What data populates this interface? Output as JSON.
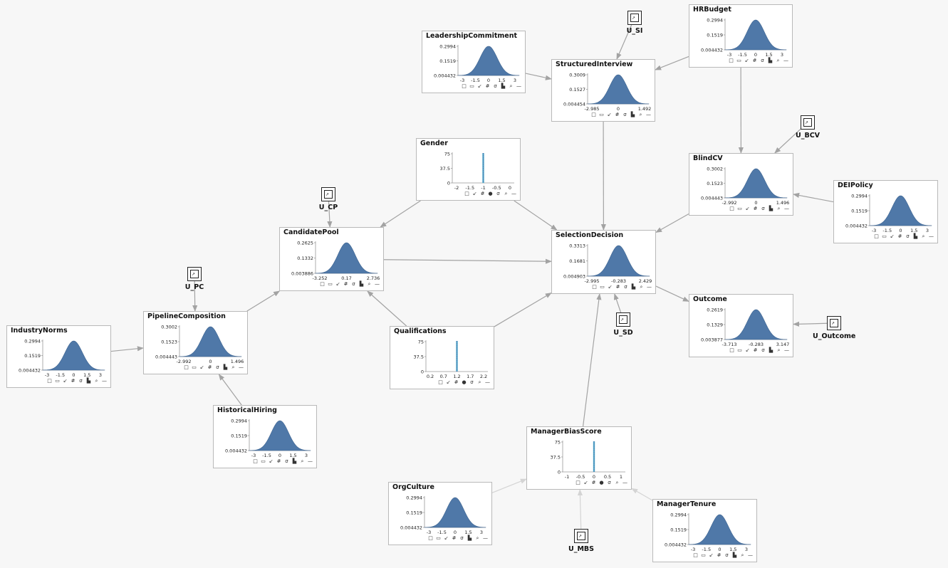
{
  "colors": {
    "fill": "#4f78a8",
    "edge": "#a3a3a3",
    "edge_light": "#d4d4d4",
    "spike": "#4aa8c8"
  },
  "toolbar": {
    "continuous": [
      "square-icon",
      "comment-icon",
      "arrow-icon",
      "grid-icon",
      "sigma-icon",
      "histogram-icon",
      "zoom-icon",
      "dash-icon"
    ],
    "discrete": [
      "square-icon",
      "arrow-icon",
      "grid-icon",
      "dot-icon",
      "sigma-icon",
      "zoom-icon",
      "dash-icon"
    ]
  },
  "nodes": [
    {
      "id": "LeadershipCommitment",
      "title": "LeadershipCommitment",
      "kind": "normal",
      "yticks": [
        "0.2994",
        "0.1519",
        "0.004432"
      ],
      "xticks": [
        "-3",
        "-1.5",
        "0",
        "1.5",
        "3"
      ]
    },
    {
      "id": "StructuredInterview",
      "title": "StructuredInterview",
      "kind": "normal",
      "yticks": [
        "0.3009",
        "0.1527",
        "0.004454"
      ],
      "xticks": [
        "-2.985",
        "0",
        "1.492"
      ]
    },
    {
      "id": "HRBudget",
      "title": "HRBudget",
      "kind": "normal",
      "yticks": [
        "0.2994",
        "0.1519",
        "0.004432"
      ],
      "xticks": [
        "-3",
        "-1.5",
        "0",
        "1.5",
        "3"
      ]
    },
    {
      "id": "Gender",
      "title": "Gender",
      "kind": "discrete",
      "yticks": [
        "75",
        "37.5",
        "0"
      ],
      "xticks": [
        "-2",
        "-1.5",
        "-1",
        "-0.5",
        "0"
      ],
      "spike_at": "-1"
    },
    {
      "id": "BlindCV",
      "title": "BlindCV",
      "kind": "normal",
      "yticks": [
        "0.3002",
        "0.1523",
        "0.004443"
      ],
      "xticks": [
        "-2.992",
        "0",
        "1.496"
      ]
    },
    {
      "id": "DEIPolicy",
      "title": "DEIPolicy",
      "kind": "normal",
      "yticks": [
        "0.2994",
        "0.1519",
        "0.004432"
      ],
      "xticks": [
        "-3",
        "-1.5",
        "0",
        "1.5",
        "3"
      ]
    },
    {
      "id": "CandidatePool",
      "title": "CandidatePool",
      "kind": "normal",
      "yticks": [
        "0.2625",
        "0.1332",
        "0.003886"
      ],
      "xticks": [
        "-3.252",
        "0.17",
        "2.736"
      ]
    },
    {
      "id": "SelectionDecision",
      "title": "SelectionDecision",
      "kind": "normal",
      "yticks": [
        "0.3313",
        "0.1681",
        "0.004903"
      ],
      "xticks": [
        "-2.995",
        "-0.283",
        "2.429"
      ]
    },
    {
      "id": "PipelineComposition",
      "title": "PipelineComposition",
      "kind": "normal",
      "yticks": [
        "0.3002",
        "0.1523",
        "0.004443"
      ],
      "xticks": [
        "-2.992",
        "0",
        "1.496"
      ]
    },
    {
      "id": "IndustryNorms",
      "title": "IndustryNorms",
      "kind": "normal",
      "yticks": [
        "0.2994",
        "0.1519",
        "0.004432"
      ],
      "xticks": [
        "-3",
        "-1.5",
        "0",
        "1.5",
        "3"
      ]
    },
    {
      "id": "Qualifications",
      "title": "Qualifications",
      "kind": "discrete",
      "yticks": [
        "75",
        "37.5",
        "0"
      ],
      "xticks": [
        "0.2",
        "0.7",
        "1.2",
        "1.7",
        "2.2"
      ],
      "spike_at": "1.2"
    },
    {
      "id": "Outcome",
      "title": "Outcome",
      "kind": "normal",
      "yticks": [
        "0.2619",
        "0.1329",
        "0.003877"
      ],
      "xticks": [
        "-3.713",
        "-0.283",
        "3.147"
      ]
    },
    {
      "id": "HistoricalHiring",
      "title": "HistoricalHiring",
      "kind": "normal",
      "yticks": [
        "0.2994",
        "0.1519",
        "0.004432"
      ],
      "xticks": [
        "-3",
        "-1.5",
        "0",
        "1.5",
        "3"
      ]
    },
    {
      "id": "ManagerBiasScore",
      "title": "ManagerBiasScore",
      "kind": "discrete",
      "yticks": [
        "75",
        "37.5",
        "0"
      ],
      "xticks": [
        "-1",
        "-0.5",
        "0",
        "0.5",
        "1"
      ],
      "spike_at": "0"
    },
    {
      "id": "OrgCulture",
      "title": "OrgCulture",
      "kind": "normal",
      "yticks": [
        "0.2994",
        "0.1519",
        "0.004432"
      ],
      "xticks": [
        "-3",
        "-1.5",
        "0",
        "1.5",
        "3"
      ]
    },
    {
      "id": "ManagerTenure",
      "title": "ManagerTenure",
      "kind": "normal",
      "yticks": [
        "0.2994",
        "0.1519",
        "0.004432"
      ],
      "xticks": [
        "-3",
        "-1.5",
        "0",
        "1.5",
        "3"
      ]
    }
  ],
  "unodes": [
    {
      "id": "U_SI",
      "label": "U_SI"
    },
    {
      "id": "U_BCV",
      "label": "U_BCV"
    },
    {
      "id": "U_CP",
      "label": "U_CP"
    },
    {
      "id": "U_PC",
      "label": "U_PC"
    },
    {
      "id": "U_SD",
      "label": "U_SD"
    },
    {
      "id": "U_Outcome",
      "label": "U_Outcome"
    },
    {
      "id": "U_MBS",
      "label": "U_MBS"
    }
  ],
  "edges": [
    {
      "from": "LeadershipCommitment",
      "to": "StructuredInterview"
    },
    {
      "from": "U_SI",
      "to": "StructuredInterview"
    },
    {
      "from": "HRBudget",
      "to": "StructuredInterview"
    },
    {
      "from": "HRBudget",
      "to": "BlindCV"
    },
    {
      "from": "U_BCV",
      "to": "BlindCV"
    },
    {
      "from": "DEIPolicy",
      "to": "BlindCV"
    },
    {
      "from": "StructuredInterview",
      "to": "SelectionDecision"
    },
    {
      "from": "BlindCV",
      "to": "SelectionDecision"
    },
    {
      "from": "Gender",
      "to": "CandidatePool"
    },
    {
      "from": "Gender",
      "to": "SelectionDecision"
    },
    {
      "from": "U_CP",
      "to": "CandidatePool"
    },
    {
      "from": "CandidatePool",
      "to": "SelectionDecision"
    },
    {
      "from": "PipelineComposition",
      "to": "CandidatePool"
    },
    {
      "from": "Qualifications",
      "to": "CandidatePool"
    },
    {
      "from": "Qualifications",
      "to": "SelectionDecision"
    },
    {
      "from": "U_PC",
      "to": "PipelineComposition"
    },
    {
      "from": "IndustryNorms",
      "to": "PipelineComposition"
    },
    {
      "from": "HistoricalHiring",
      "to": "PipelineComposition"
    },
    {
      "from": "U_SD",
      "to": "SelectionDecision"
    },
    {
      "from": "ManagerBiasScore",
      "to": "SelectionDecision"
    },
    {
      "from": "SelectionDecision",
      "to": "Outcome"
    },
    {
      "from": "U_Outcome",
      "to": "Outcome"
    },
    {
      "from": "OrgCulture",
      "to": "ManagerBiasScore",
      "light": true
    },
    {
      "from": "ManagerTenure",
      "to": "ManagerBiasScore",
      "light": true
    },
    {
      "from": "U_MBS",
      "to": "ManagerBiasScore",
      "light": true
    }
  ]
}
